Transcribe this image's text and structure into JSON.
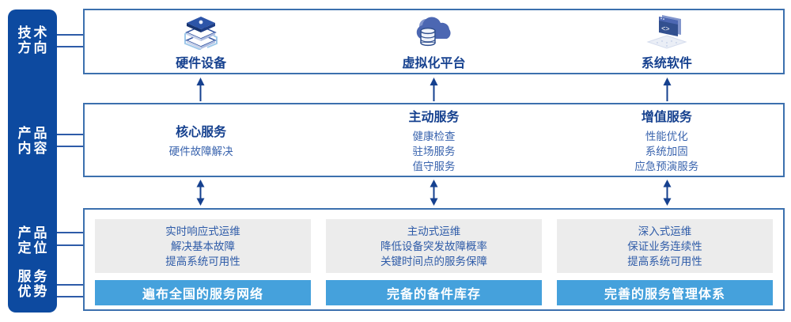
{
  "sidebar": {
    "labels": [
      {
        "line1": "技术",
        "line2": "方向"
      },
      {
        "line1": "产品",
        "line2": "内容"
      },
      {
        "line1": "产品",
        "line2": "定位"
      },
      {
        "line1": "服务",
        "line2": "优势"
      }
    ]
  },
  "tech_row": {
    "items": [
      {
        "label": "硬件设备",
        "icon": "server-stack-icon"
      },
      {
        "label": "虚拟化平台",
        "icon": "cloud-database-icon"
      },
      {
        "label": "系统软件",
        "icon": "code-window-icon"
      }
    ]
  },
  "content_row": {
    "columns": [
      {
        "title": "核心服务",
        "items": [
          "硬件故障解决"
        ]
      },
      {
        "title": "主动服务",
        "items": [
          "健康检查",
          "驻场服务",
          "值守服务"
        ]
      },
      {
        "title": "增值服务",
        "items": [
          "性能优化",
          "系统加固",
          "应急预演服务"
        ]
      }
    ]
  },
  "position_row": {
    "columns": [
      {
        "lines": [
          "实时响应式运维",
          "解决基本故障",
          "提高系统可用性"
        ],
        "banner": "遍布全国的服务网络"
      },
      {
        "lines": [
          "主动式运维",
          "降低设备突发故障概率",
          "关键时间点的服务保障"
        ],
        "banner": "完备的备件库存"
      },
      {
        "lines": [
          "深入式运维",
          "保证业务连续性",
          "提高系统可用性"
        ],
        "banner": "完善的服务管理体系"
      }
    ]
  },
  "colors": {
    "sidebar_blue": "#0d4aa0",
    "box_border_blue": "#3c70ae",
    "banner_blue": "#45a1dc",
    "heading_navy": "#16418f",
    "body_blue": "#3a64ae",
    "panel_gray": "#ececec",
    "arrow_navy": "#16418f"
  }
}
